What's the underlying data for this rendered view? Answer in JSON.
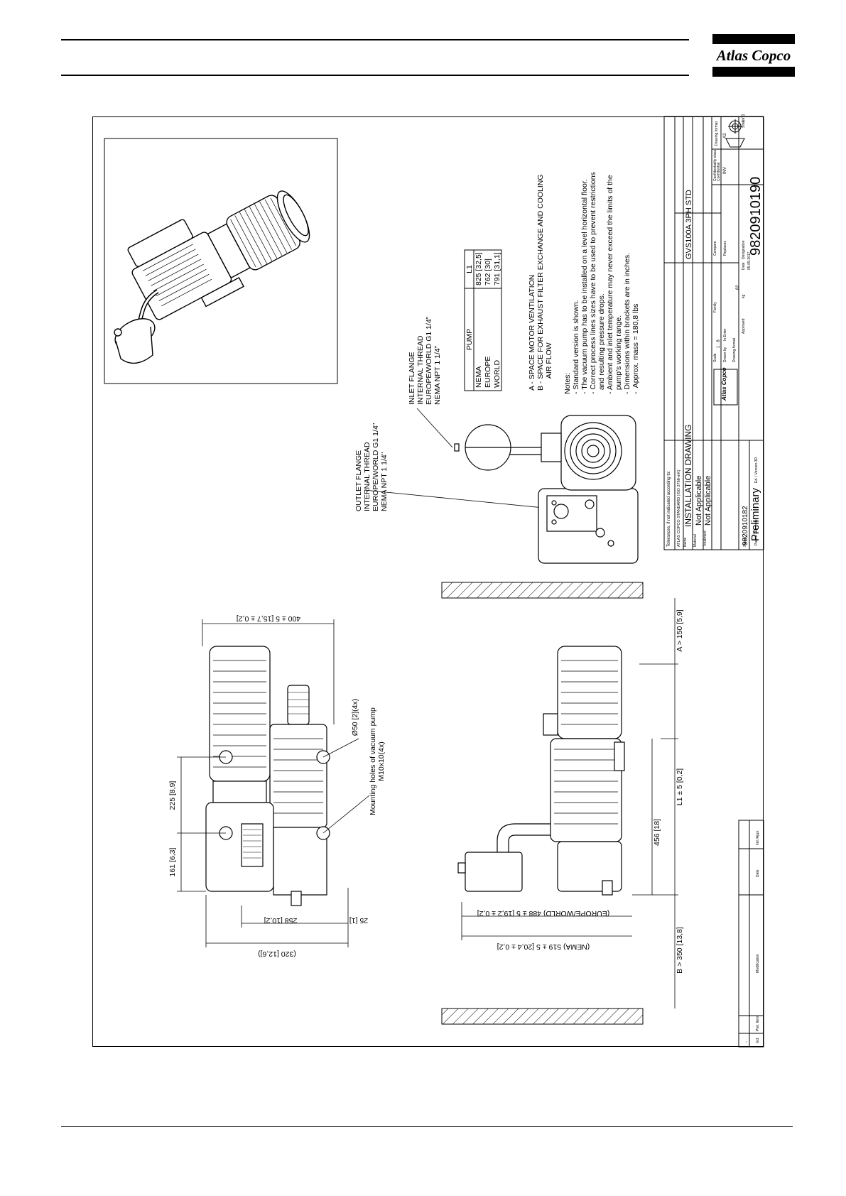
{
  "header": {
    "logo_text": "Atlas Copco"
  },
  "drawing": {
    "tolerances_note": "Tolerances, if not indicated according to:",
    "standard_ref": "ATLAS COPCO STANDARD (ISO 2768-mK)",
    "name_label": "Name",
    "name_value": "INSTALLATION DRAWING",
    "model": "GVS100A 3PH STD",
    "material_label": "Material",
    "material_value": "Not Applicable",
    "treatment_label": "Treatment",
    "treatment_value": "Not Applicable",
    "scale_label": "Scale",
    "scale_value": "1 : 8",
    "family_label": "Family",
    "compare_label": "Compare",
    "replaces_label": "Replaces",
    "drawn_label": "Drawn by",
    "drawn_value": "In Enter",
    "confidentiality_label": "Confidentiality class",
    "confidentiality_value": "Confidential",
    "drawing_format_label": "Drawing format",
    "drawing_format_value": "A3",
    "status_label": "Status",
    "status_value": "Preliminary",
    "approved_label": "Approved",
    "date_label": "Date",
    "date_value": "05-05-2017",
    "designation_label": "Designation",
    "drawing_number": "9820910190",
    "parent_number": "9820910182",
    "parent_label": "Parent 3D-model",
    "ed_version_label": "Ed. / Version 3D",
    "inv_label": "INV",
    "sheet_label": "Sheet",
    "sheet_value": "1 / 1",
    "weight_label": "kg",
    "weight_value": "82",
    "rev_ed_label": "Ed.",
    "rev_prel_label": "Prel. Item",
    "rev_mod_label": "Modification",
    "rev_date_label": "Date",
    "rev_appr_label": "Intr./Appr.",
    "rev_dash": "-",
    "outlet_flange": [
      "OUTLET FLANGE",
      "INTERNAL THREAD",
      "EUROPE/WORLD G1 1/4\"",
      "NEMA NPT 1 1/4\""
    ],
    "inlet_flange": [
      "INLET FLANGE",
      "INTERNAL THREAD",
      "EUROPE/WORLD G1 1/4\"",
      "NEMA NPT 1 1/4\""
    ],
    "pump_table": {
      "headers": [
        "PUMP",
        "L1"
      ],
      "rows": [
        [
          "NEMA",
          "825 [32,5]"
        ],
        [
          "EUROPE",
          "762 [30]"
        ],
        [
          "WORLD",
          "791 [31,1]"
        ]
      ]
    },
    "space_notes": [
      "A - SPACE MOTOR VENTILATION",
      "B - SPACE FOR EXHAUST FILTER EXCHANGE  AND COOLING",
      "      AIR FLOW"
    ],
    "notes_title": "Notes:",
    "notes": [
      "- Standard version is shown.",
      "- The vacuum pump has to be installed on a level horizontal floor.",
      "- Correct process lines sizes have to be used to prevent restrictions",
      "  and resulting pressure drops.",
      "- Ambient and inlet temperature may never exceed the limits of the",
      "  pump's working range.",
      "- Dimensions within brackets are in inches.",
      "-  Approx. mass = 180,8 lbs"
    ],
    "dimensions": {
      "dim_400": "400 ± 5 [15,7 ± 0,2]",
      "dim_225": "225 [8,9]",
      "dim_161": "161 [6,3]",
      "dim_258": "258 [10,2]",
      "dim_25": "25 [1]",
      "dim_320": "(320 [12,6])",
      "dim_europe": "(EUROPE/WORLD) 488 ± 5 [19,2 ± 0,2]",
      "dim_nema": "(NEMA) 519 ± 5 [20,4 ± 0,2]",
      "dim_a": "A > 150 [5,9]",
      "dim_l1": "L1 ± 5 [0,2]",
      "dim_456": "456 [18]",
      "dim_b": "B > 350 [13,8]",
      "hole_dia": "Ø50 [2](4x)",
      "mounting_1": "Mounting holes of vacuum pump",
      "mounting_2": "M10x10(4x)"
    }
  }
}
